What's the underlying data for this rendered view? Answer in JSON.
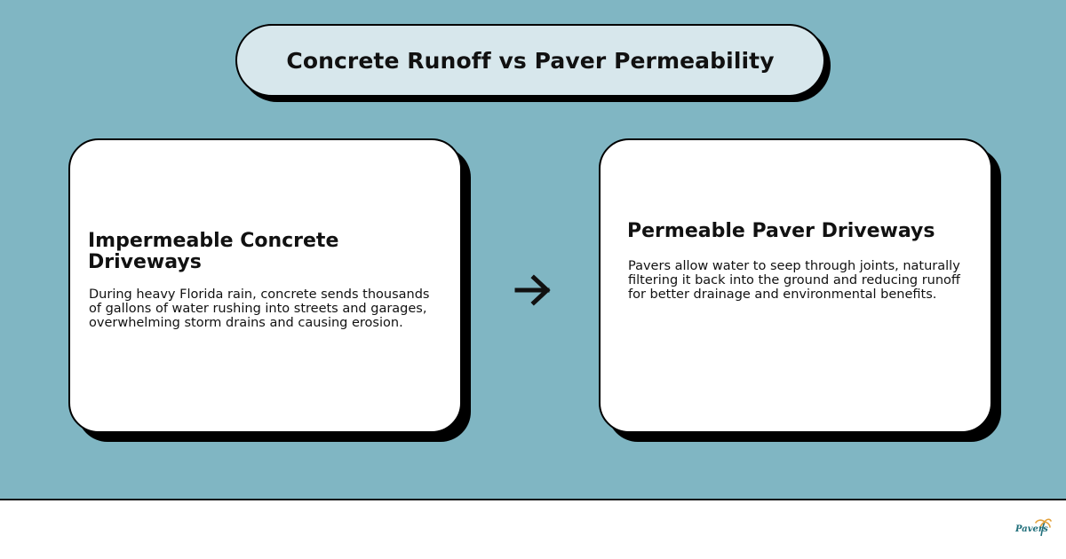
{
  "title": "Concrete Runoff vs Paver Permeability",
  "left_card": {
    "heading": "Impermeable Concrete Driveways",
    "body": "During heavy Florida rain, concrete sends thousands of gallons of water rushing into streets and garages, overwhelming storm drains and causing erosion."
  },
  "right_card": {
    "heading": "Permeable Paver Driveways",
    "body": "Pavers allow water to seep through joints, naturally filtering it back into the ground and reducing runoff for better drainage and environmental benefits."
  },
  "connector_icon": "arrow-right-icon",
  "logo": {
    "text": "Pavers",
    "icon": "palm-logo-icon"
  },
  "colors": {
    "background": "#80b6c3",
    "title_fill": "#d7e7ec",
    "card_fill": "#ffffff",
    "shadow": "#000000",
    "footer": "#ffffff"
  }
}
